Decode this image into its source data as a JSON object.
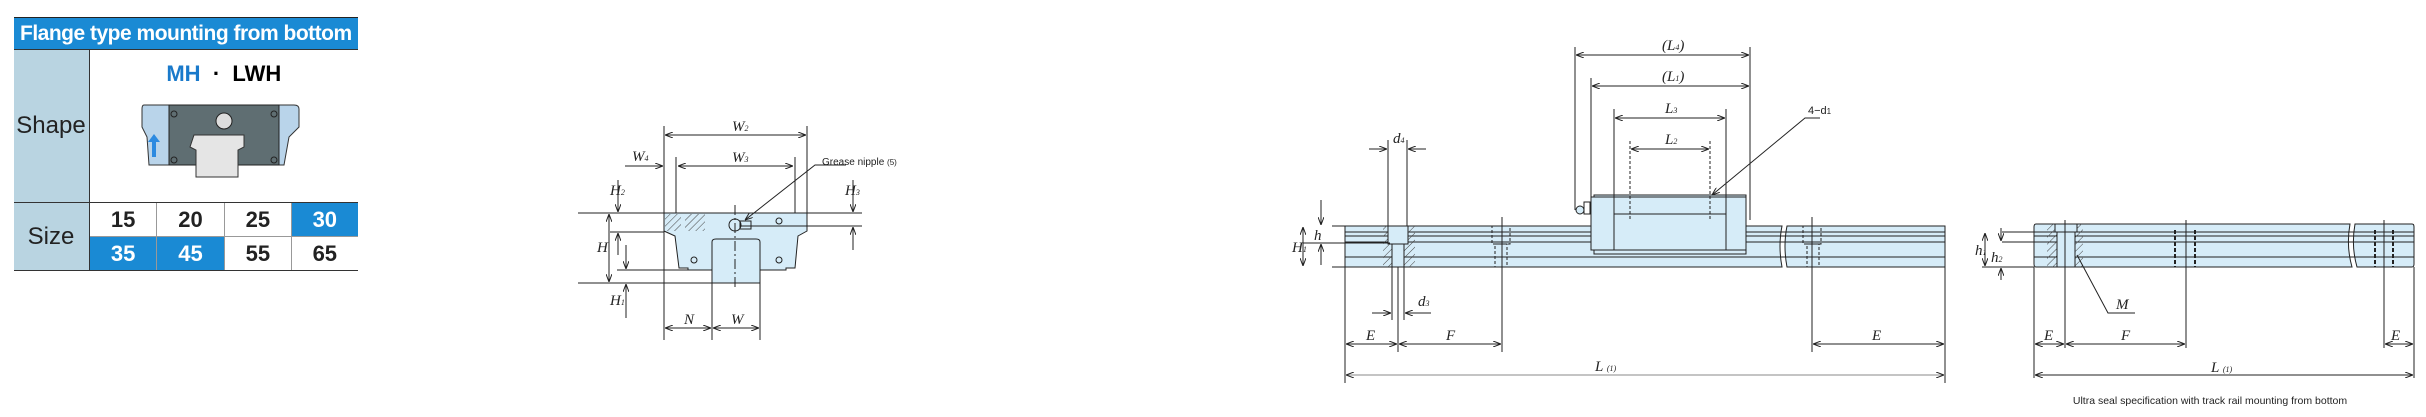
{
  "table": {
    "title": "Flange type mounting from bottom",
    "shape_label": "Shape",
    "model_primary": "MH",
    "model_separator": "·",
    "model_secondary": "LWH",
    "size_label": "Size",
    "sizes": [
      {
        "value": "15",
        "highlighted": false
      },
      {
        "value": "20",
        "highlighted": false
      },
      {
        "value": "25",
        "highlighted": false
      },
      {
        "value": "30",
        "highlighted": true
      },
      {
        "value": "35",
        "highlighted": true
      },
      {
        "value": "45",
        "highlighted": true
      },
      {
        "value": "55",
        "highlighted": false
      },
      {
        "value": "65",
        "highlighted": false
      }
    ],
    "colors": {
      "header": "#1a8ad4",
      "label_bg": "#b9d4e1",
      "highlight": "#1a8ad4",
      "part_fill": "#d6ecf8",
      "block_dark": "#5f6e72"
    }
  },
  "front_view": {
    "labels": {
      "W2": "W",
      "W2_sub": "2",
      "W3": "W",
      "W3_sub": "3",
      "W4": "W",
      "W4_sub": "4",
      "H": "H",
      "H1": "H",
      "H1_sub": "1",
      "H2": "H",
      "H2_sub": "2",
      "H3": "H",
      "H3_sub": "3",
      "N": "N",
      "W": "W",
      "grease_nipple": "Grease nipple",
      "grease_note": "(5)"
    }
  },
  "side_view": {
    "labels": {
      "L4": "(L",
      "L4_sub": "4",
      "L1": "(L",
      "L1_sub": "1",
      "L3": "L",
      "L3_sub": "3",
      "L2": "L",
      "L2_sub": "2",
      "holes": "4−d",
      "holes_sub": "1",
      "d4": "d",
      "d4_sub": "4",
      "d3": "d",
      "d3_sub": "3",
      "h": "h",
      "H1": "H",
      "H1_sub": "1",
      "E": "E",
      "F": "F",
      "L": "L",
      "L_note": "(1)"
    }
  },
  "ultra_seal_view": {
    "labels": {
      "h1": "h",
      "h1_sub": "1",
      "h2": "h",
      "h2_sub": "2",
      "M": "M",
      "E": "E",
      "F": "F",
      "L": "L",
      "L_note": "(1)"
    },
    "caption": "Ultra seal specification with track rail mounting from bottom"
  }
}
